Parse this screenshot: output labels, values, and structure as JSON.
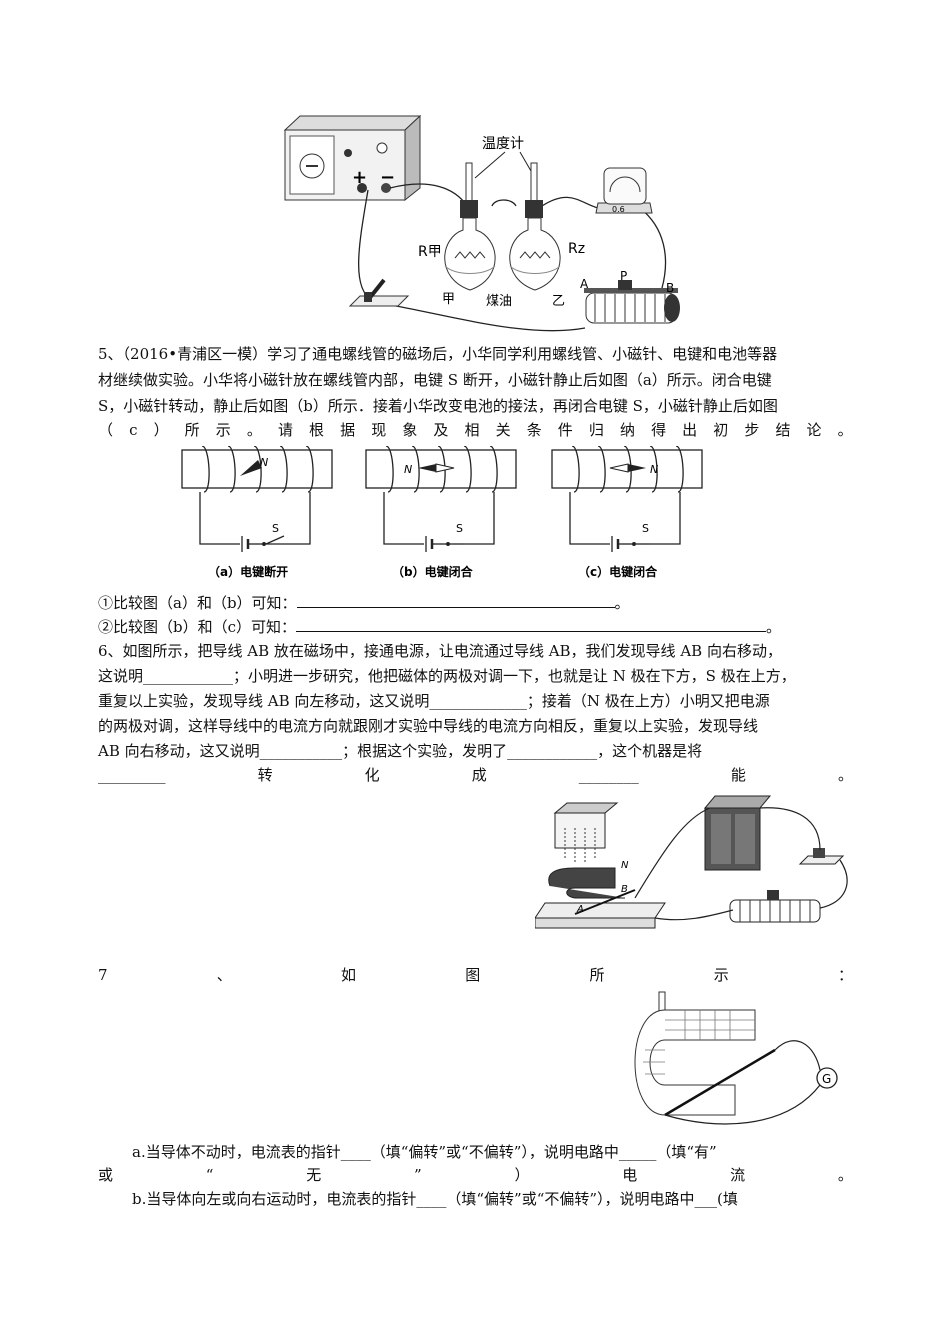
{
  "fig_top": {
    "label_thermometer": "温度计",
    "label_r_jia": "R甲",
    "label_r_yi": "Rz",
    "label_jia": "甲",
    "label_kerosene": "煤油",
    "label_yi": "乙",
    "label_a": "A",
    "label_p": "P",
    "label_b": "B",
    "meter_value": "0.6"
  },
  "q5": {
    "line1": "5、（2016•青浦区一模）学习了通电螺线管的磁场后，小华同学利用螺线管、小磁针、电键和电池等器",
    "line2": "材继续做实验。小华将小磁针放在螺线管内部，电键 S 断开，小磁针静止后如图（a）所示。闭合电键",
    "line3": "S，小磁针转动，静止后如图（b）所示．接着小华改变电池的接法，再闭合电键 S，小磁针静止后如图",
    "line4": [
      "（",
      "c",
      "）",
      "所",
      "示",
      "。",
      "请",
      "根",
      "据",
      "现",
      "象",
      "及",
      "相",
      "关",
      "条",
      "件",
      "归",
      "纳",
      "得",
      "出",
      "初",
      "步",
      "结",
      "论",
      "。"
    ],
    "fig_a_caption": "（a）电键断开",
    "fig_b_caption": "（b）电键闭合",
    "fig_c_caption": "（c）电键闭合",
    "switch_label": "S",
    "needle_label": "N",
    "q1": "①比较图（a）和（b）可知：",
    "q1_end": "。",
    "q2": "②比较图（b）和（c）可知：",
    "q2_end": "。"
  },
  "q6": {
    "line1": "6、如图所示，把导线  AB 放在磁场中，接通电源，让电流通过导线  AB，我们发现导线 AB 向右移动，",
    "line2": "这说明____________；小明进一步研究，他把磁体的两极对调一下，也就是让 N 极在下方，S 极在上方，",
    "line3": "重复以上实验，发现导线 AB 向左移动，这又说明_____________；接着（N 极在上方）小明又把电源",
    "line4": "的两极对调，这样导线中的电流方向就跟刚才实验中导线的电流方向相反，重复以上实验，发现导线",
    "line5": "AB 向右移动，这又说明___________；根据这个实验，发明了____________，这个机器是将",
    "line6": [
      "_________",
      "转",
      "化",
      "成",
      "________",
      "能",
      "。"
    ],
    "fig_label_n": "N",
    "fig_label_a": "A",
    "fig_label_b": "B"
  },
  "q7": {
    "line1": [
      "7",
      "、",
      "如",
      "图",
      "所",
      "示",
      "："
    ],
    "line_a": "a.当导体不动时，电流表的指针____（填“偏转”或“不偏转”），说明电路中_____（填“有”",
    "line_a2": [
      "或",
      "“",
      "无",
      "”",
      "）",
      "电",
      "流",
      "。"
    ],
    "line_b": "b.当导体向左或向右运动时，电流表的指针____（填“偏转”或“不偏转”），说明电路中___(填",
    "galvanometer_label": "G"
  }
}
